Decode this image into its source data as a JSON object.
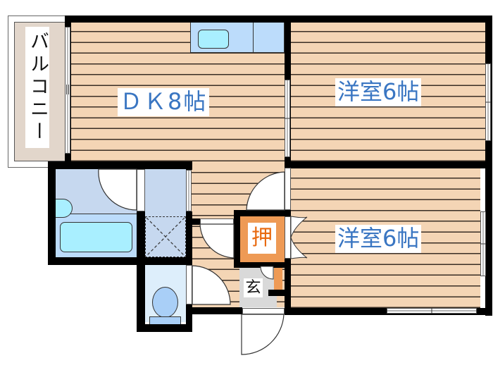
{
  "floorplan": {
    "rooms": {
      "dk": {
        "label": "ＤＫ8帖",
        "type": "dining-kitchen",
        "size_jo": 8
      },
      "western_top": {
        "label": "洋室6帖",
        "type": "western-room",
        "size_jo": 6
      },
      "western_bottom": {
        "label": "洋室6帖",
        "type": "western-room",
        "size_jo": 6
      },
      "balcony": {
        "label": "バルコニー"
      },
      "closet": {
        "label": "押"
      },
      "entrance": {
        "label": "玄"
      },
      "bathroom": {
        "label": ""
      },
      "washroom": {
        "label": ""
      },
      "toilet": {
        "label": ""
      }
    },
    "colors": {
      "floor": "#f4d5b5",
      "floor_lines": "#3a2e25",
      "wall": "#000000",
      "wet_area": "#c6d8ef",
      "bath_water": "#a9efff",
      "kitchen_counter": "#bcdcfb",
      "toilet_room": "#ddeefb",
      "closet": "#ee9a55",
      "entrance": "#d9d9d9",
      "balcony": "#e2d6cb",
      "label_blue": "#3a76c2",
      "label_orange": "#e86a10"
    }
  }
}
